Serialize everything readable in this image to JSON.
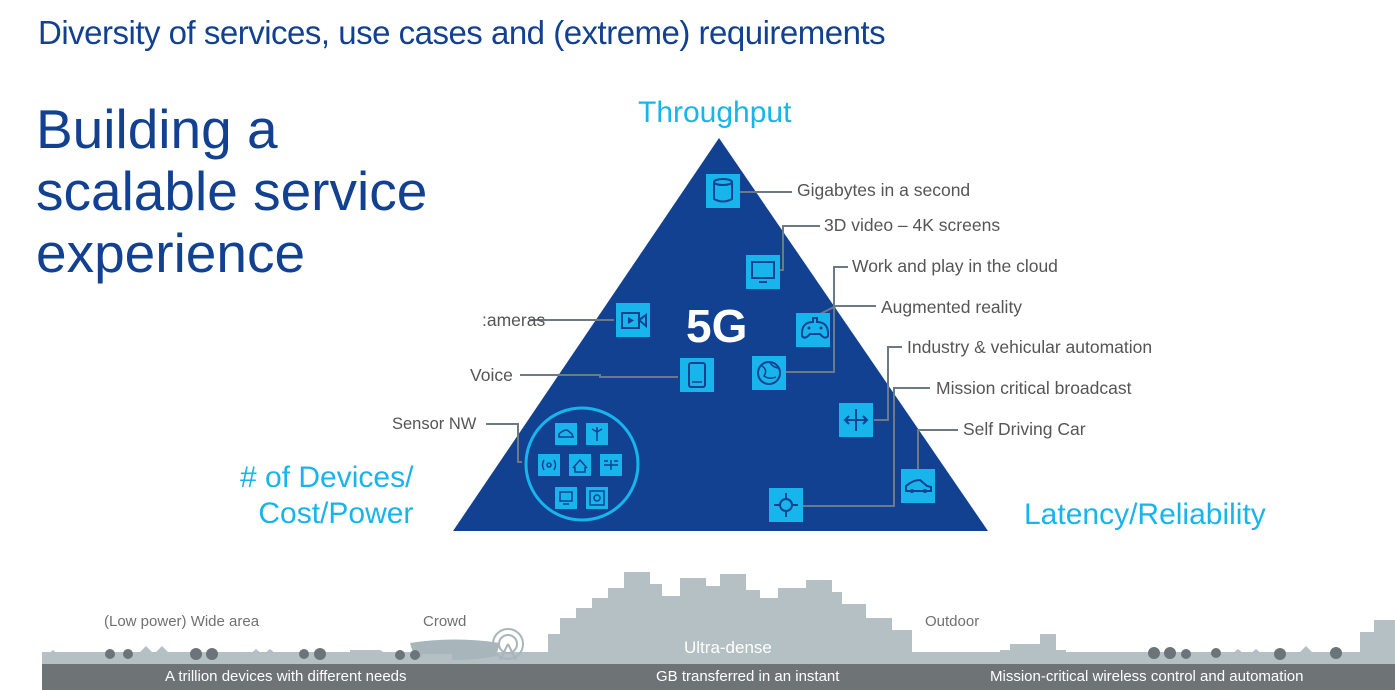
{
  "header": {
    "title": "Diversity of services, use cases and (extreme) requirements"
  },
  "main_title": {
    "line1": "Building a",
    "line2": "scalable service",
    "line3": "experience"
  },
  "pyramid": {
    "center": "5G",
    "corner_top": "Throughput",
    "corner_left_line1": "# of Devices/",
    "corner_left_line2": "Cost/Power",
    "corner_right": "Latency/Reliability"
  },
  "use_cases": {
    "gigabytes": "Gigabytes in a second",
    "video3d": "3D video – 4K screens",
    "cloud": "Work and play in the cloud",
    "ar": "Augmented reality",
    "industry": "Industry & vehicular automation",
    "broadcast": "Mission critical broadcast",
    "car": "Self Driving Car",
    "cameras": ":ameras",
    "voice": "Voice",
    "sensor": "Sensor NW"
  },
  "skyline": {
    "wide_area": "(Low power) Wide area",
    "crowd": "Crowd",
    "ultra_dense": "Ultra-dense",
    "outdoor": "Outdoor"
  },
  "bottom_bar": {
    "left": "A trillion devices with different needs",
    "center": "GB transferred in an instant",
    "right": "Mission-critical wireless control and automation"
  },
  "colors": {
    "navy": "#124191",
    "cyan": "#18b4ec",
    "grey": "#b4c0c4",
    "bar": "#6e7375"
  }
}
